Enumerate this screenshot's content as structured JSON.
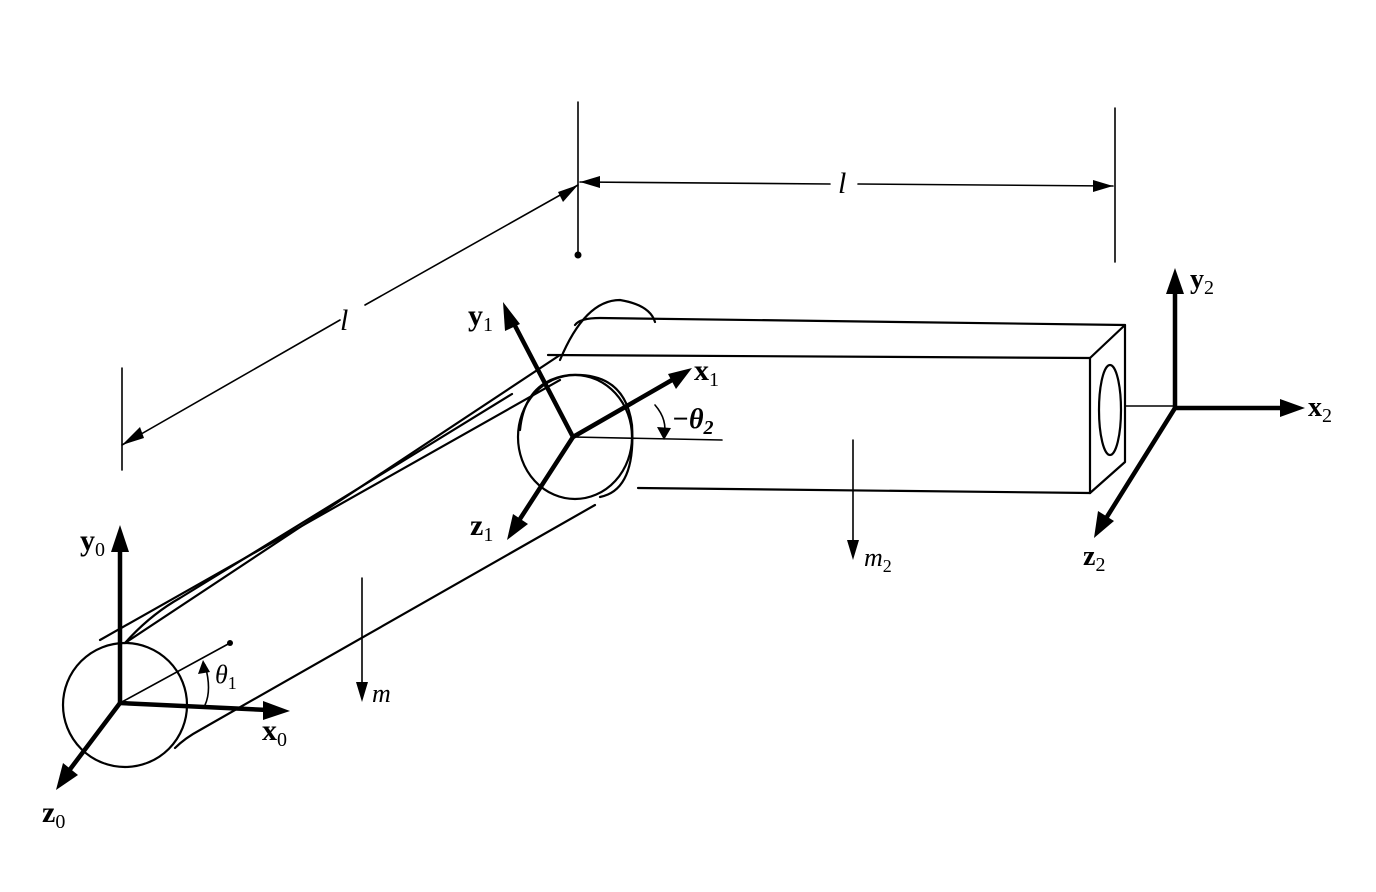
{
  "labels": {
    "y0": "y",
    "y0_sub": "0",
    "x0": "x",
    "x0_sub": "0",
    "z0": "z",
    "z0_sub": "0",
    "theta1": "θ",
    "theta1_sub": "1",
    "y1": "y",
    "y1_sub": "1",
    "x1": "x",
    "x1_sub": "1",
    "z1": "z",
    "z1_sub": "1",
    "theta2_prefix": "−θ",
    "theta2_sub": "2",
    "y2": "y",
    "y2_sub": "2",
    "x2": "x",
    "x2_sub": "2",
    "z2": "z",
    "z2_sub": "2",
    "length_link1": "l",
    "length_link2": "l",
    "mass1": "m",
    "mass2": "m",
    "mass2_sub": "2"
  }
}
